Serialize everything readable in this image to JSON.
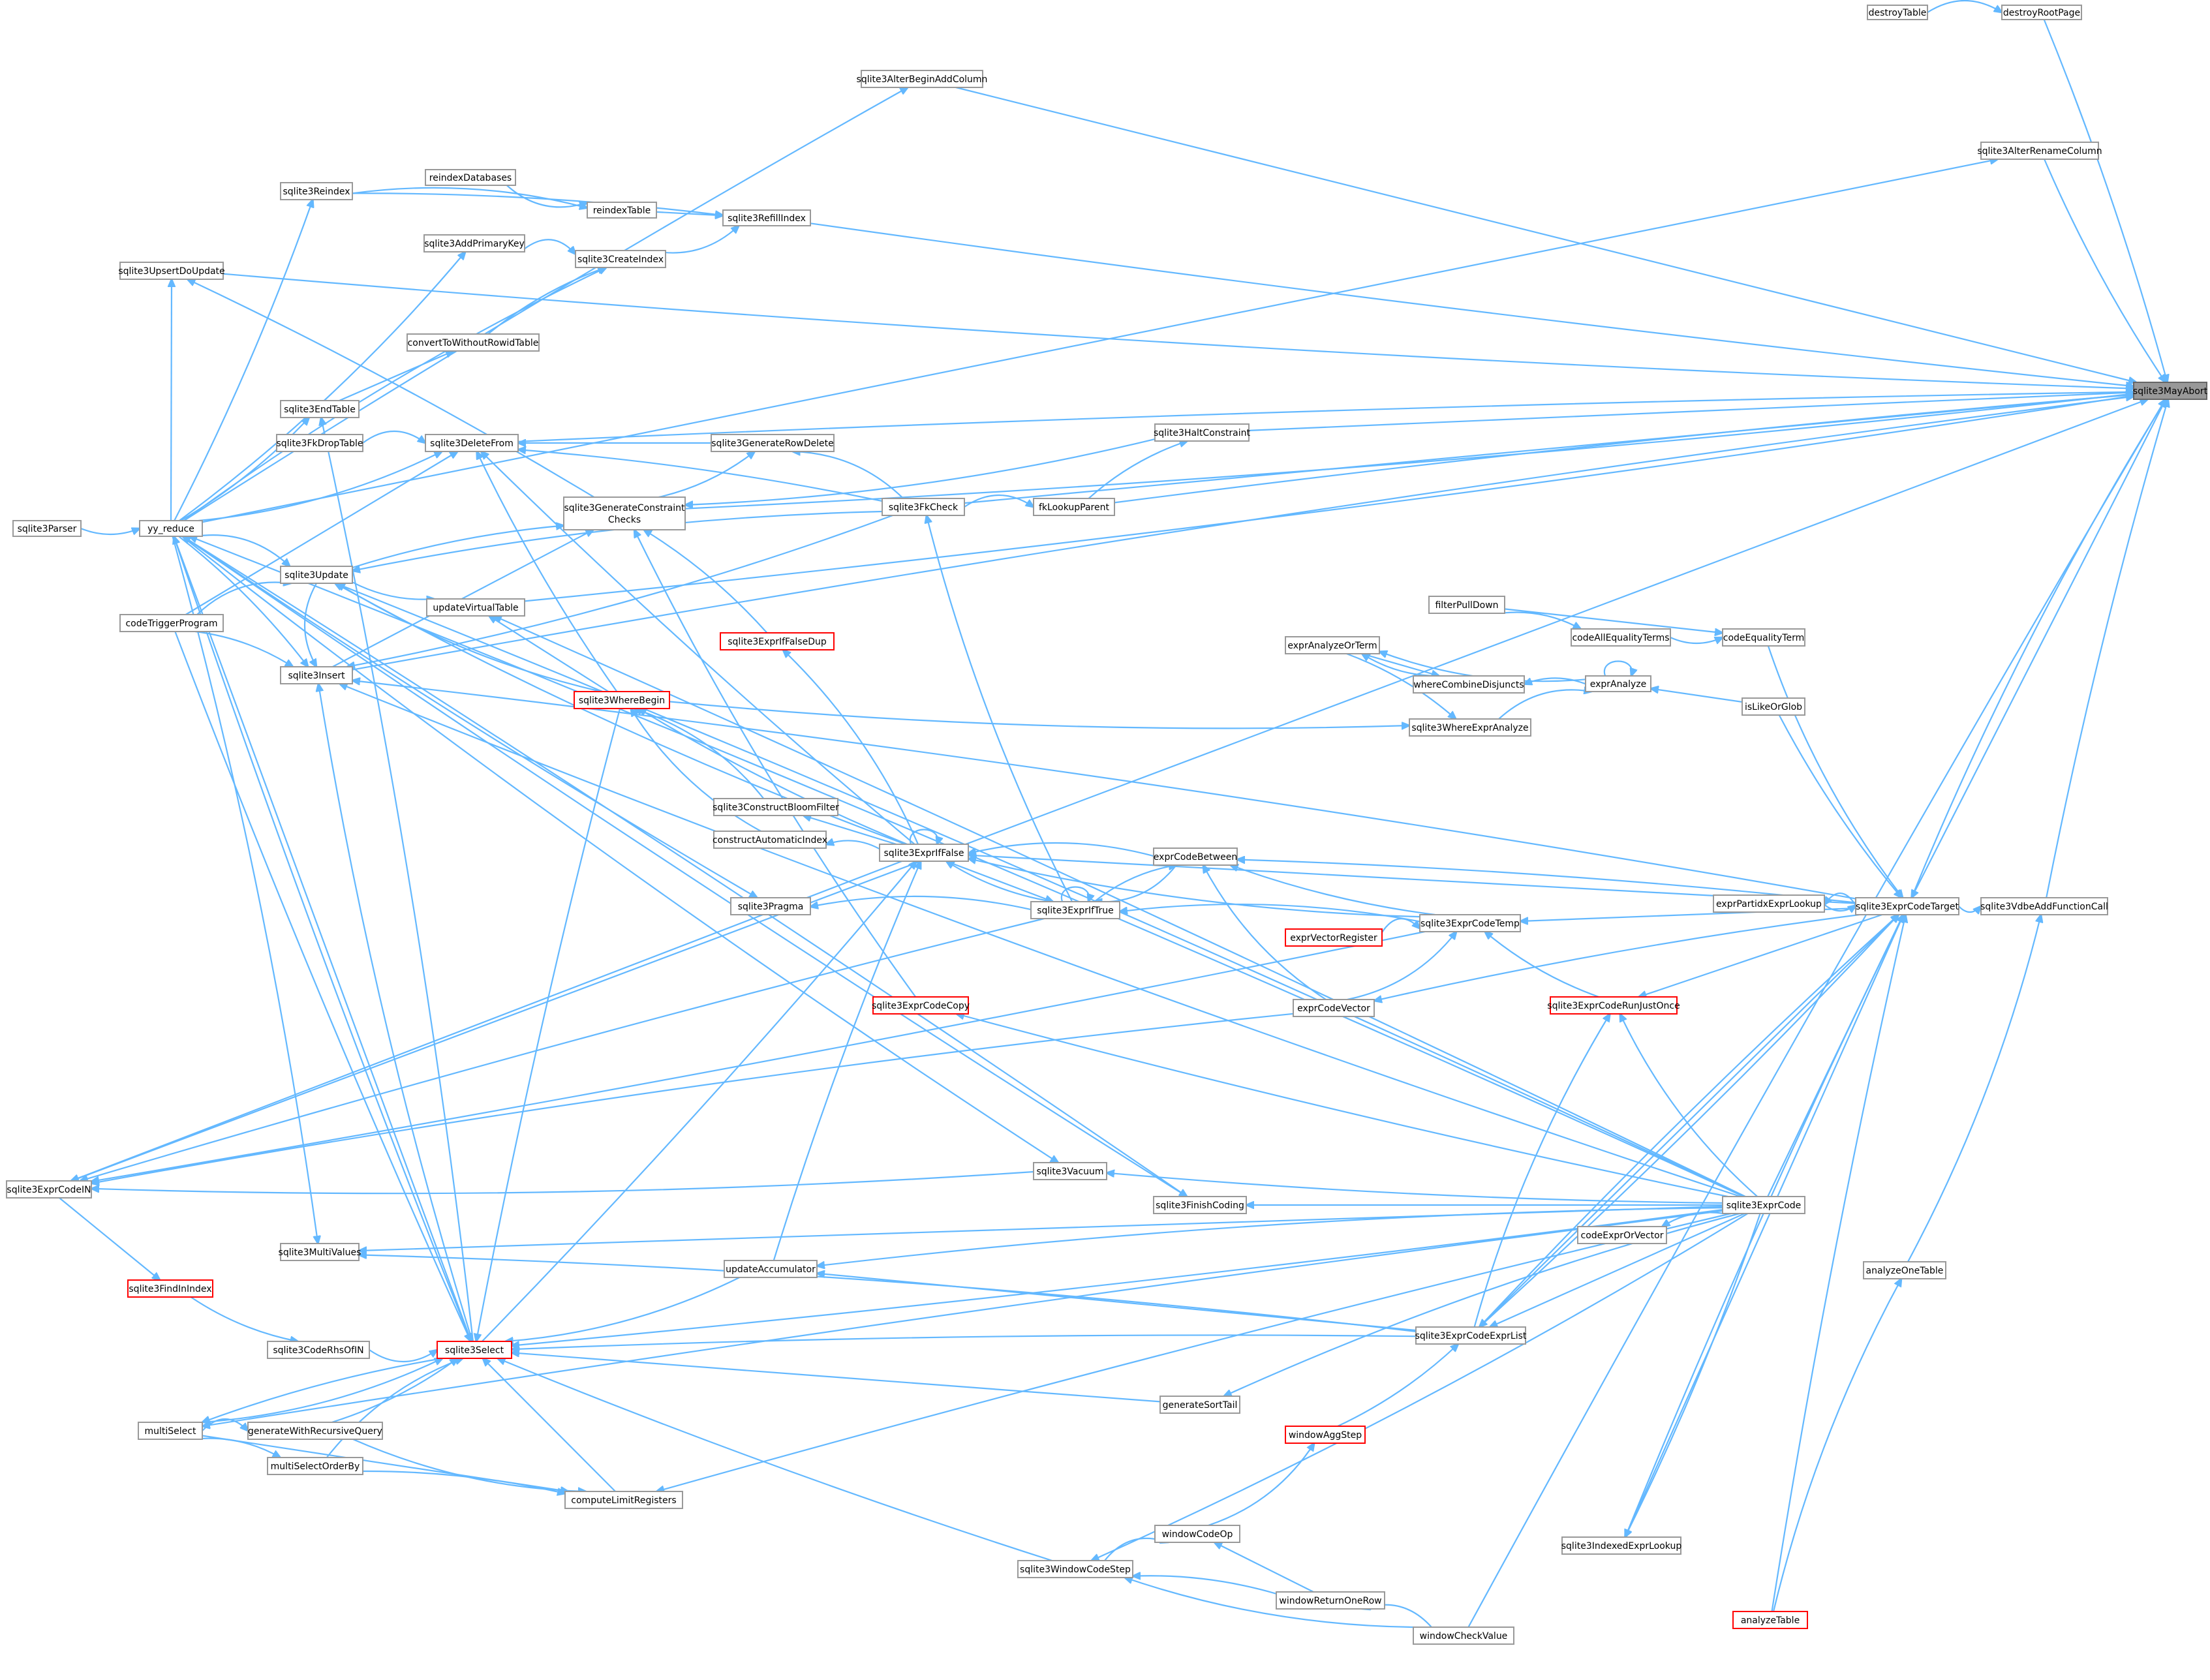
{
  "nodes": {
    "destroyTable": {
      "label": "destroyTable",
      "style": "normal"
    },
    "destroyRootPage": {
      "label": "destroyRootPage",
      "style": "normal"
    },
    "alterBegin": {
      "label": "sqlite3AlterBeginAddColumn",
      "style": "normal"
    },
    "alterRename": {
      "label": "sqlite3AlterRenameColumn",
      "style": "normal"
    },
    "reindexDatabases": {
      "label": "reindexDatabases",
      "style": "normal"
    },
    "reindex": {
      "label": "sqlite3Reindex",
      "style": "normal"
    },
    "reindexTable": {
      "label": "reindexTable",
      "style": "normal"
    },
    "refillIndex": {
      "label": "sqlite3RefillIndex",
      "style": "normal"
    },
    "addPrimaryKey": {
      "label": "sqlite3AddPrimaryKey",
      "style": "normal"
    },
    "createIndex": {
      "label": "sqlite3CreateIndex",
      "style": "normal"
    },
    "upsertDoUpdate": {
      "label": "sqlite3UpsertDoUpdate",
      "style": "normal"
    },
    "convertToWithoutRowid": {
      "label": "convertToWithoutRowidTable",
      "style": "normal"
    },
    "endTable": {
      "label": "sqlite3EndTable",
      "style": "normal"
    },
    "mayAbort": {
      "label": "sqlite3MayAbort",
      "style": "focus"
    },
    "fkDropTable": {
      "label": "sqlite3FkDropTable",
      "style": "normal"
    },
    "deleteFrom": {
      "label": "sqlite3DeleteFrom",
      "style": "normal"
    },
    "generateRowDelete": {
      "label": "sqlite3GenerateRowDelete",
      "style": "normal"
    },
    "haltConstraint": {
      "label": "sqlite3HaltConstraint",
      "style": "normal"
    },
    "parser": {
      "label": "sqlite3Parser",
      "style": "normal"
    },
    "yyReduce": {
      "label": "yy_reduce",
      "style": "normal"
    },
    "genConstraintChecks": {
      "label": "sqlite3GenerateConstraint",
      "label2": "Checks",
      "style": "normal"
    },
    "fkCheck": {
      "label": "sqlite3FkCheck",
      "style": "normal"
    },
    "fkLookupParent": {
      "label": "fkLookupParent",
      "style": "normal"
    },
    "update": {
      "label": "sqlite3Update",
      "style": "normal"
    },
    "updateVirtualTable": {
      "label": "updateVirtualTable",
      "style": "normal"
    },
    "filterPullDown": {
      "label": "filterPullDown",
      "style": "normal"
    },
    "codeTriggerProgram": {
      "label": "codeTriggerProgram",
      "style": "normal"
    },
    "exprIfFalseDup": {
      "label": "sqlite3ExprIfFalseDup",
      "style": "red"
    },
    "codeAllEqualityTerms": {
      "label": "codeAllEqualityTerms",
      "style": "normal"
    },
    "codeEqualityTerm": {
      "label": "codeEqualityTerm",
      "style": "normal"
    },
    "exprAnalyzeOrTerm": {
      "label": "exprAnalyzeOrTerm",
      "style": "normal"
    },
    "insert": {
      "label": "sqlite3Insert",
      "style": "normal"
    },
    "whereCombineDisjuncts": {
      "label": "whereCombineDisjuncts",
      "style": "normal"
    },
    "exprAnalyze": {
      "label": "exprAnalyze",
      "style": "normal"
    },
    "whereBegin": {
      "label": "sqlite3WhereBegin",
      "style": "red"
    },
    "isLikeOrGlob": {
      "label": "isLikeOrGlob",
      "style": "normal"
    },
    "whereExprAnalyze": {
      "label": "sqlite3WhereExprAnalyze",
      "style": "normal"
    },
    "constructBloomFilter": {
      "label": "sqlite3ConstructBloomFilter",
      "style": "normal"
    },
    "constructAutomaticIndex": {
      "label": "constructAutomaticIndex",
      "style": "normal"
    },
    "exprIfFalse": {
      "label": "sqlite3ExprIfFalse",
      "style": "normal"
    },
    "exprCodeBetween": {
      "label": "exprCodeBetween",
      "style": "normal"
    },
    "pragma": {
      "label": "sqlite3Pragma",
      "style": "normal"
    },
    "exprIfTrue": {
      "label": "sqlite3ExprIfTrue",
      "style": "normal"
    },
    "exprPartidxExprLookup": {
      "label": "exprPartidxExprLookup",
      "style": "normal"
    },
    "exprCodeTarget": {
      "label": "sqlite3ExprCodeTarget",
      "style": "normal"
    },
    "vdbeAddFunctionCall": {
      "label": "sqlite3VdbeAddFunctionCall",
      "style": "normal"
    },
    "exprCodeTemp": {
      "label": "sqlite3ExprCodeTemp",
      "style": "normal"
    },
    "exprVectorRegister": {
      "label": "exprVectorRegister",
      "style": "red"
    },
    "exprCodeRunJustOnce": {
      "label": "sqlite3ExprCodeRunJustOnce",
      "style": "red"
    },
    "exprCodeCopy": {
      "label": "sqlite3ExprCodeCopy",
      "style": "red"
    },
    "exprCodeVector": {
      "label": "exprCodeVector",
      "style": "normal"
    },
    "exprCodeIN": {
      "label": "sqlite3ExprCodeIN",
      "style": "normal"
    },
    "vacuum": {
      "label": "sqlite3Vacuum",
      "style": "normal"
    },
    "finishCoding": {
      "label": "sqlite3FinishCoding",
      "style": "normal"
    },
    "exprCode": {
      "label": "sqlite3ExprCode",
      "style": "normal"
    },
    "codeExprOrVector": {
      "label": "codeExprOrVector",
      "style": "normal"
    },
    "multiValues": {
      "label": "sqlite3MultiValues",
      "style": "normal"
    },
    "updateAccumulator": {
      "label": "updateAccumulator",
      "style": "normal"
    },
    "analyzeOneTable": {
      "label": "analyzeOneTable",
      "style": "normal"
    },
    "findInIndex": {
      "label": "sqlite3FindInIndex",
      "style": "red"
    },
    "exprCodeExprList": {
      "label": "sqlite3ExprCodeExprList",
      "style": "normal"
    },
    "codeRhsOfIN": {
      "label": "sqlite3CodeRhsOfIN",
      "style": "normal"
    },
    "select": {
      "label": "sqlite3Select",
      "style": "red"
    },
    "generateSortTail": {
      "label": "generateSortTail",
      "style": "normal"
    },
    "multiSelect": {
      "label": "multiSelect",
      "style": "normal"
    },
    "generateWithRecursiveQuery": {
      "label": "generateWithRecursiveQuery",
      "style": "normal"
    },
    "windowAggStep": {
      "label": "windowAggStep",
      "style": "red"
    },
    "multiSelectOrderBy": {
      "label": "multiSelectOrderBy",
      "style": "normal"
    },
    "computeLimitRegisters": {
      "label": "computeLimitRegisters",
      "style": "normal"
    },
    "windowCodeOp": {
      "label": "windowCodeOp",
      "style": "normal"
    },
    "indexedExprLookup": {
      "label": "sqlite3IndexedExprLookup",
      "style": "normal"
    },
    "windowCodeStep": {
      "label": "sqlite3WindowCodeStep",
      "style": "normal"
    },
    "windowReturnOneRow": {
      "label": "windowReturnOneRow",
      "style": "normal"
    },
    "analyzeTable": {
      "label": "analyzeTable",
      "style": "red"
    },
    "windowCheckValue": {
      "label": "windowCheckValue",
      "style": "normal"
    }
  },
  "colors": {
    "edge": "#63b8ff",
    "node_border": "#999999",
    "node_border_red": "#ff0000",
    "focus_fill": "#999999"
  }
}
